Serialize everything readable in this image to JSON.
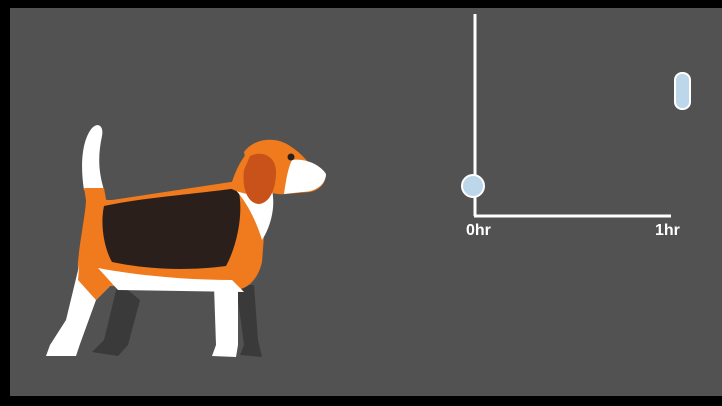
{
  "colors": {
    "background": "#525252",
    "frame": "#000000",
    "dog_orange": "#f07a1e",
    "dog_dark": "#2b1f1c",
    "dog_white": "#ffffff",
    "dog_ear": "#c9521a",
    "dog_legs_shadow": "#3a3a3a",
    "axis": "#ffffff",
    "marker": "#bcd6ea",
    "marker_outline": "#ffffff"
  },
  "timeline": {
    "start_label": "0hr",
    "end_label": "1hr",
    "current_position": 0.0
  },
  "icons": {
    "dog": "beagle-illustration",
    "slider_knob": "circle-knob",
    "end_marker": "capsule-marker"
  }
}
